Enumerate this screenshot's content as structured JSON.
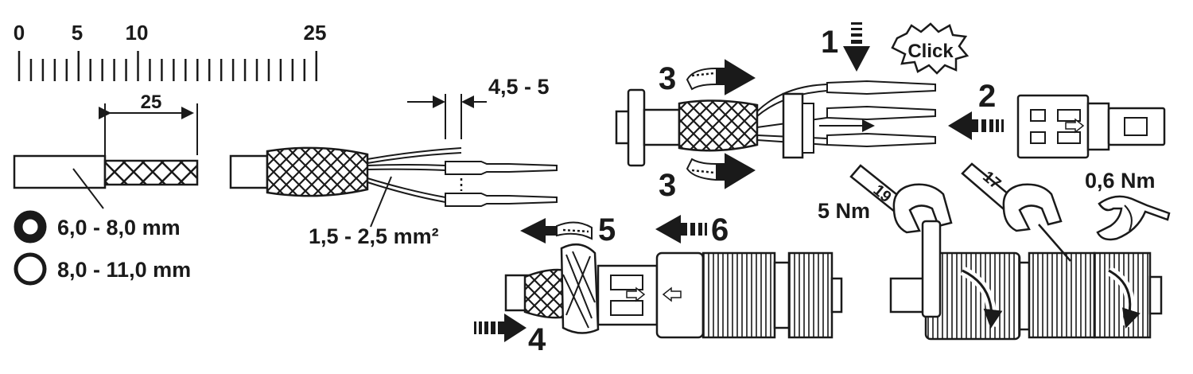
{
  "ruler": {
    "ticks": [
      "0",
      "5",
      "10",
      "25"
    ]
  },
  "strip": {
    "length": "25"
  },
  "cable_ranges": [
    {
      "label": "6,0 - 8,0 mm",
      "seal": "thick-ring"
    },
    {
      "label": "8,0 - 11,0 mm",
      "seal": "thin-ring"
    }
  ],
  "wires": {
    "strip_length": "4,5 - 5",
    "cross_section": "1,5 - 2,5 mm²"
  },
  "steps": {
    "s1": "1",
    "click": "Click",
    "s2": "2",
    "s3a": "3",
    "s3b": "3",
    "s4": "4",
    "s5": "5",
    "s6": "6"
  },
  "wrench_19": {
    "size": "19",
    "torque": "5 Nm"
  },
  "wrench_17": {
    "size": "17"
  },
  "hand_torque": "0,6 Nm",
  "colors": {
    "ink": "#1a1a1a",
    "paper": "#ffffff"
  }
}
